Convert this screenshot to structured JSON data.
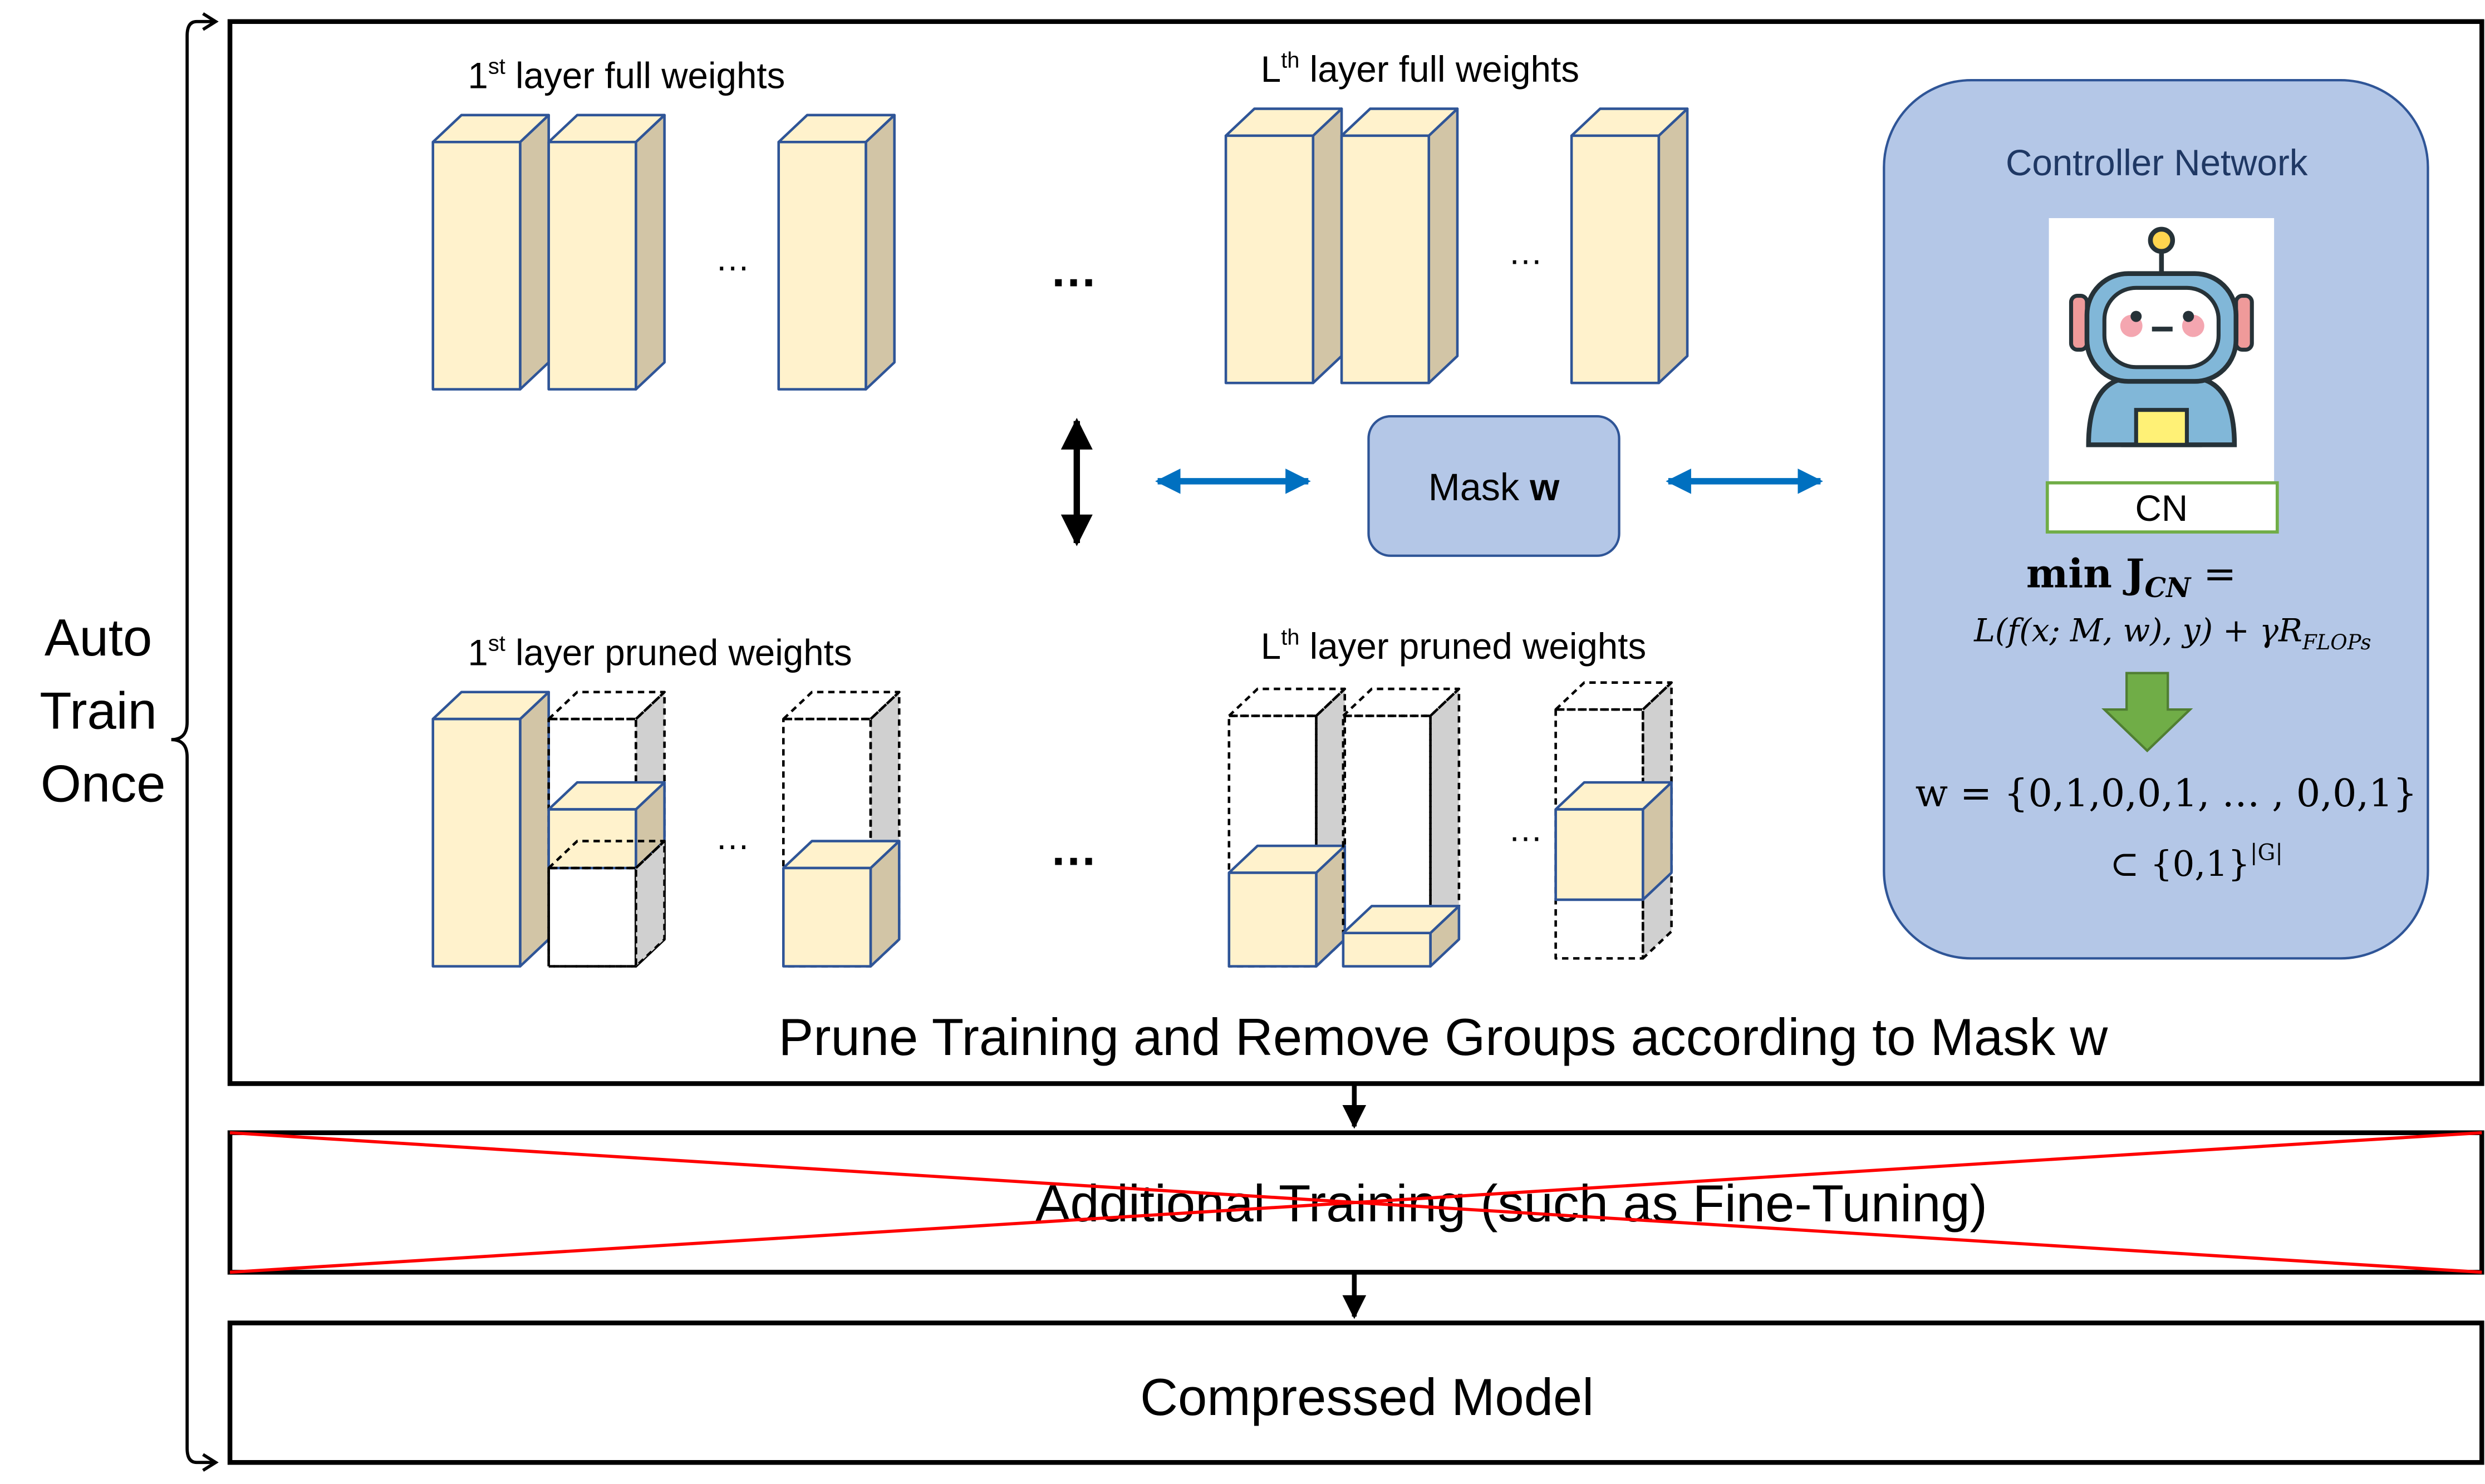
{
  "side_label": {
    "line1": "Auto",
    "line2": "Train",
    "line3": "Once"
  },
  "layers": {
    "first_full": {
      "num": "1",
      "sup": "st",
      "rest": " layer full weights"
    },
    "last_full": {
      "num": "L",
      "sup": "th",
      "rest": " layer full weights"
    },
    "first_pruned": {
      "num": "1",
      "sup": "st",
      "rest": " layer pruned weights"
    },
    "last_pruned": {
      "num": "L",
      "sup": "th",
      "rest": " layer pruned weights"
    },
    "ellipsis": "…"
  },
  "mask": {
    "label": "Mask ",
    "bold": "w"
  },
  "controller": {
    "title": "Controller Network",
    "badge": "CN",
    "objective": "min J",
    "objective_sub": "CN",
    "objective_eq": " =",
    "loss": "L(f(x; M, w), y) + γR",
    "loss_sub": "FLOPs",
    "w_eq": "w = {0,1,0,0,1, … , 0,0,1}",
    "subset": "⊂ {0,1}",
    "subset_sup": "|G|"
  },
  "stages": {
    "prune": "Prune Training and Remove Groups according to Mask w",
    "additional": "Additional Training (such as Fine-Tuning)",
    "compressed": "Compressed Model"
  },
  "colors": {
    "block_front": "#fff2cc",
    "block_side": "#d2c5a6",
    "block_stroke": "#2f5597",
    "mask_fill": "#b4c7e7",
    "cn_fill": "#b4c7e7",
    "arrow_blue": "#0070c0",
    "cross_red": "#ff0000",
    "green_arrow": "#70ad47"
  }
}
